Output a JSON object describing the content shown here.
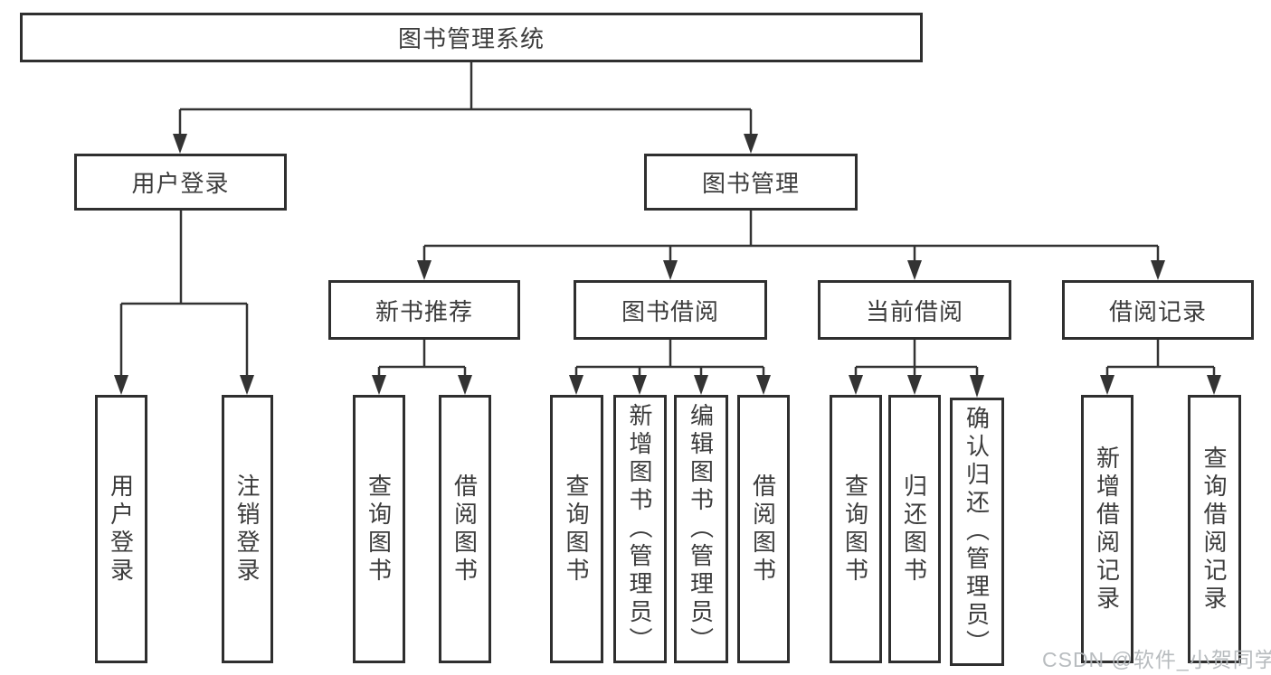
{
  "diagram": {
    "title_node": {
      "label": "图书管理系统"
    },
    "level2": {
      "user_login": {
        "label": "用户登录"
      },
      "book_management": {
        "label": "图书管理"
      }
    },
    "level3": {
      "new_book_recommend": {
        "label": "新书推荐"
      },
      "book_borrow": {
        "label": "图书借阅"
      },
      "current_borrow": {
        "label": "当前借阅"
      },
      "borrow_records": {
        "label": "借阅记录"
      }
    },
    "leaves": {
      "user_login": [
        "用户登录",
        "注销登录"
      ],
      "new_book_recommend": [
        "查询图书",
        "借阅图书"
      ],
      "book_borrow": [
        "查询图书",
        "新增图书（管理员）",
        "编辑图书（管理员）",
        "借阅图书"
      ],
      "current_borrow": [
        "查询图书",
        "归还图书",
        "确认归还（管理员）"
      ],
      "borrow_records": [
        "新增借阅记录",
        "查询借阅记录"
      ]
    },
    "watermark": "CSDN @软件_小贺同学",
    "colors": {
      "box_border": "#2f2f2f",
      "connector_line": "#333333",
      "text": "#3c3c3c",
      "watermark_text": "#b2b6ba",
      "background": "#ffffff"
    }
  }
}
